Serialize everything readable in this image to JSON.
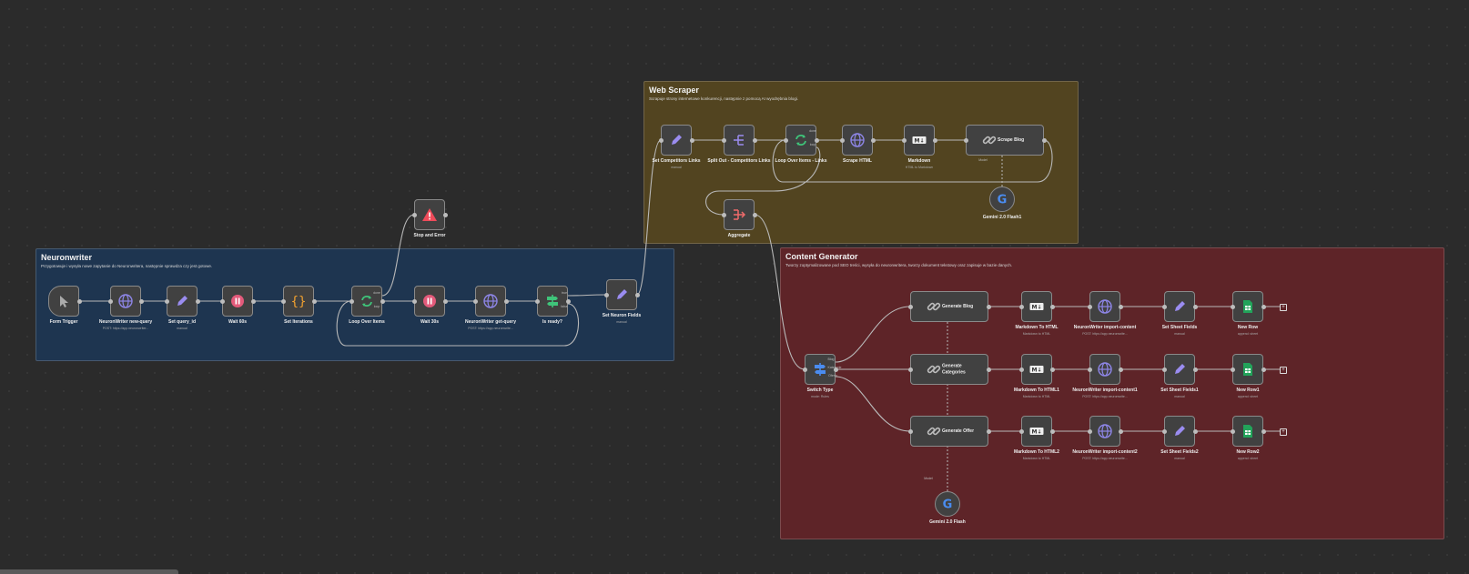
{
  "colors": {
    "group_neuron": "#1e3550",
    "group_scraper": "#524420",
    "group_content": "#5e2428",
    "wire": "#b8b8b8"
  },
  "groups": {
    "neuron": {
      "title": "Neuronwriter",
      "description": "Przygotowuje i wysyła nowe zapytanie do Neuronwritera, następnie sprawdza czy jest gotowe."
    },
    "scraper": {
      "title": "Web Scraper",
      "description": "Scrapuje strony internetowe konkurencji, następnie z pomocą AI wyodrębnia blogi."
    },
    "content": {
      "title": "Content Generator",
      "description": "Tworzy zoptymalizowane pod SEO treści, wysyła do neuronwritera, tworzy dokument tekstowy oraz zapisuje w bazie danych."
    }
  },
  "nodes": {
    "form_trigger": {
      "label": "Form Trigger",
      "icon": "cursor-icon"
    },
    "nw_new_query": {
      "label": "NeuronWriter new-query",
      "sub": "POST: https://app.neuronwriter...",
      "icon": "globe-icon"
    },
    "set_query_id": {
      "label": "Set query_id",
      "sub": "manual",
      "icon": "pencil-icon"
    },
    "wait_60": {
      "label": "Wait 60s",
      "icon": "pause-icon"
    },
    "set_iterations": {
      "label": "Set Iterations",
      "icon": "code-braces-icon"
    },
    "loop_over_items": {
      "label": "Loop Over Items",
      "icon": "loop-icon"
    },
    "wait_30": {
      "label": "Wait 30s",
      "icon": "pause-icon"
    },
    "nw_get_query": {
      "label": "NeuronWriter get-query",
      "sub": "POST: https://app.neuronwrite...",
      "icon": "globe-icon"
    },
    "is_ready": {
      "label": "Is ready?",
      "icon": "signpost-icon"
    },
    "stop_error": {
      "label": "Stop and Error",
      "icon": "warning-icon"
    },
    "set_neuron_fields": {
      "label": "Set Neuron Fields",
      "sub": "manual",
      "icon": "pencil-icon"
    },
    "set_comp_links": {
      "label": "Set Competitors Links",
      "sub": "manual",
      "icon": "pencil-icon"
    },
    "split_out": {
      "label": "Split Out - Competitors Links",
      "icon": "split-icon"
    },
    "loop_links": {
      "label": "Loop Over Items - Links",
      "icon": "loop-icon"
    },
    "scrape_html": {
      "label": "Scrape HTML",
      "icon": "globe-icon"
    },
    "markdown": {
      "label": "Markdown",
      "sub": "HTML to Markdown",
      "icon": "markdown-icon"
    },
    "scrape_blog": {
      "label": "Scrape Blog",
      "icon": "chain-icon"
    },
    "gemini_1": {
      "label": "Gemini 2.0 Flash1",
      "icon": "google-icon"
    },
    "aggregate": {
      "label": "Aggregate",
      "icon": "aggregate-icon"
    },
    "switch_type": {
      "label": "Switch Type",
      "sub": "mode: Rules",
      "icon": "signpost-icon"
    },
    "gen_blog": {
      "label": "Generate Blog",
      "icon": "chain-icon"
    },
    "gen_categories": {
      "label": "Generate Categories",
      "icon": "chain-icon"
    },
    "gen_offer": {
      "label": "Generate Offer",
      "icon": "chain-icon"
    },
    "md_html": {
      "label": "Markdown To HTML",
      "sub": "Markdown to HTML",
      "icon": "markdown-icon"
    },
    "md_html1": {
      "label": "Markdown To HTML1",
      "sub": "Markdown to HTML",
      "icon": "markdown-icon"
    },
    "md_html2": {
      "label": "Markdown To HTML2",
      "sub": "Markdown to HTML",
      "icon": "markdown-icon"
    },
    "nw_import": {
      "label": "NeuronWriter import-content",
      "sub": "POST: https://app.neuronwrite...",
      "icon": "globe-icon"
    },
    "nw_import1": {
      "label": "NeuronWriter import-content1",
      "sub": "POST: https://app.neuronwrite...",
      "icon": "globe-icon"
    },
    "nw_import2": {
      "label": "NeuronWriter import-content2",
      "sub": "POST: https://app.neuronwrite...",
      "icon": "globe-icon"
    },
    "sheet_fields": {
      "label": "Set Sheet Fields",
      "sub": "manual",
      "icon": "pencil-icon"
    },
    "sheet_fields1": {
      "label": "Set Sheet Fields1",
      "sub": "manual",
      "icon": "pencil-icon"
    },
    "sheet_fields2": {
      "label": "Set Sheet Fields2",
      "sub": "manual",
      "icon": "pencil-icon"
    },
    "new_row": {
      "label": "New Row",
      "sub": "append: sheet",
      "icon": "sheets-icon"
    },
    "new_row1": {
      "label": "New Row1",
      "sub": "append: sheet",
      "icon": "sheets-icon"
    },
    "new_row2": {
      "label": "New Row2",
      "sub": "append: sheet",
      "icon": "sheets-icon"
    },
    "gemini_2": {
      "label": "Gemini 2.0 Flash",
      "icon": "google-icon"
    }
  },
  "port_labels": {
    "done": "done",
    "loop": "loop",
    "true": "true",
    "false": "false",
    "model": "Model",
    "blog": "Blog",
    "categories": "Kategorie",
    "offer": "Oferta"
  }
}
